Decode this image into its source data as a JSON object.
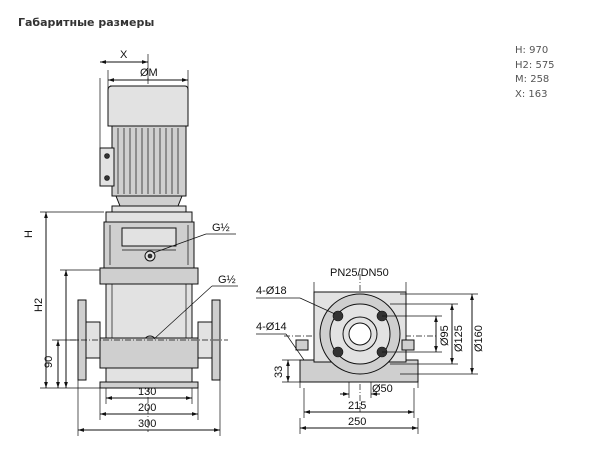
{
  "title": "Габаритные размеры",
  "params": [
    {
      "label": "H",
      "value": "970"
    },
    {
      "label": "H2",
      "value": "575"
    },
    {
      "label": "M",
      "value": "258"
    },
    {
      "label": "X",
      "value": "163"
    }
  ],
  "front_view": {
    "dim_x": "X",
    "dim_m": "ØM",
    "dim_h": "H",
    "dim_h2": "H2",
    "dim_90": "90",
    "thread_upper": "G½",
    "thread_lower": "G½",
    "dim_130": "130",
    "dim_200": "200",
    "dim_300": "300"
  },
  "flange_view": {
    "pn_dn": "PN25/DN50",
    "holes_18": "4-Ø18",
    "holes_14": "4-Ø14",
    "dim_95": "Ø95",
    "dim_125": "Ø125",
    "dim_160": "Ø160",
    "dim_33": "33",
    "dim_50": "Ø50",
    "dim_215": "215",
    "dim_250": "250"
  }
}
